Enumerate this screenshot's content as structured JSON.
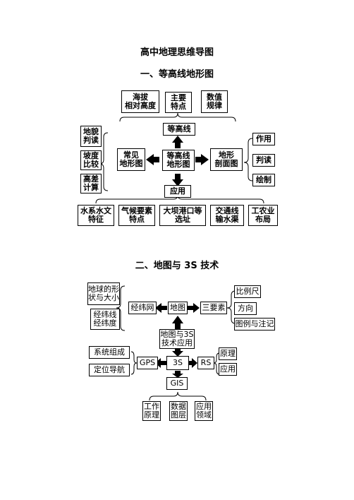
{
  "page_title": "高中地理思维导图",
  "section1": {
    "title": "一、等高线地形图",
    "top_boxes": [
      "海拔\n相对高度",
      "主要\n特点",
      "数值\n规律"
    ],
    "contour": "等高线",
    "center": "等高线\n地形图",
    "left_group": "常见\n地形图",
    "left_items": [
      "地貌\n判读",
      "坡度\n比较",
      "高差\n计算"
    ],
    "right_group": "地形\n剖面图",
    "right_items": [
      "作用",
      "判读",
      "绘制"
    ],
    "apply": "应用",
    "bottom_items": [
      "水系水文\n特征",
      "气候要素\n特点",
      "大坝港口等\n选址",
      "交通线\n输水渠",
      "工农业\n布局"
    ]
  },
  "section2": {
    "title": "二、地图与 3S 技术",
    "left_items": [
      "地球的形\n状与大小",
      "经纬线\n经纬度"
    ],
    "grid": "经纬网",
    "map": "地图",
    "elements": "三要素",
    "element_items": [
      "比例尺",
      "方向",
      "图例与注记"
    ],
    "map_3s": "地图与3S\n技术应用",
    "center_3s": "3S",
    "gps": "GPS",
    "gps_items": [
      "系统组成",
      "定位导航"
    ],
    "rs": "RS",
    "rs_items": [
      "原理",
      "应用"
    ],
    "gis": "GIS",
    "gis_items": [
      "工作\n原理",
      "数据\n图层",
      "应用\n领域"
    ]
  }
}
